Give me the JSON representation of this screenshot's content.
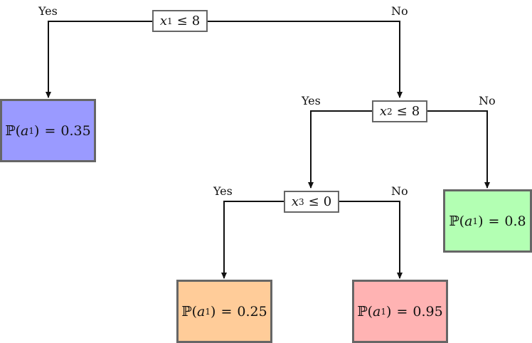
{
  "tree": {
    "splits": [
      {
        "id": "s1",
        "var": "x",
        "index": "1",
        "op": "≤",
        "value": "8",
        "yes_label": "Yes",
        "no_label": "No"
      },
      {
        "id": "s2",
        "var": "x",
        "index": "2",
        "op": "≤",
        "value": "8",
        "yes_label": "Yes",
        "no_label": "No"
      },
      {
        "id": "s3",
        "var": "x",
        "index": "3",
        "op": "≤",
        "value": "0",
        "yes_label": "Yes",
        "no_label": "No"
      }
    ],
    "leaves": [
      {
        "id": "l1",
        "prob_symbol": "ℙ",
        "arg": "a",
        "arg_index": "1",
        "eq": "=",
        "value": "0.35",
        "color": "#9a9aff"
      },
      {
        "id": "l2",
        "prob_symbol": "ℙ",
        "arg": "a",
        "arg_index": "1",
        "eq": "=",
        "value": "0.8",
        "color": "#b3ffb3"
      },
      {
        "id": "l3",
        "prob_symbol": "ℙ",
        "arg": "a",
        "arg_index": "1",
        "eq": "=",
        "value": "0.25",
        "color": "#ffcc99"
      },
      {
        "id": "l4",
        "prob_symbol": "ℙ",
        "arg": "a",
        "arg_index": "1",
        "eq": "=",
        "value": "0.95",
        "color": "#ffb3b3"
      }
    ]
  }
}
